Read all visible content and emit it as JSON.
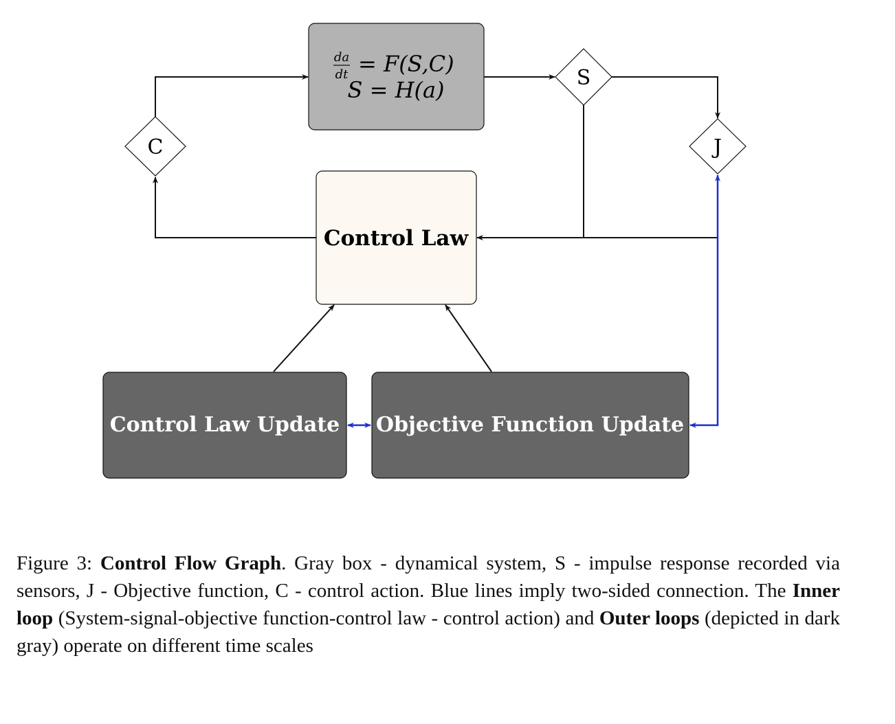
{
  "nodes": {
    "system": {
      "eq1_lhs_num": "da",
      "eq1_lhs_den": "dt",
      "eq1_rhs": "= F(S,C)",
      "eq2": "S = H(a)"
    },
    "control_law": "Control Law",
    "control_law_update": "Control Law Update",
    "objective_update": "Objective Function Update",
    "c_diamond": "C",
    "s_diamond": "S",
    "j_diamond": "J"
  },
  "colors": {
    "system_fill": "#b3b3b3",
    "control_law_fill": "#fdf8f2",
    "outer_fill": "#666666",
    "blue_line": "#1a2fd0",
    "black_line": "#111111"
  },
  "caption": {
    "prefix": "Figure 3: ",
    "title": "Control Flow Graph",
    "part1": ". Gray box - dynamical system, S - impulse response recorded via sensors, J - Objective function, C - control action.  Blue lines imply two-sided connection. The ",
    "inner_loop": "Inner loop",
    "part2": " (System-signal-objective function-control law - control action) and ",
    "outer_loops": "Outer loops",
    "part3": " (depicted in dark gray) operate on different time scales"
  }
}
